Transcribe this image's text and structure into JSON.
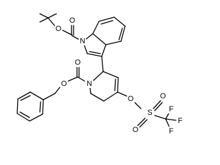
{
  "molecule": {
    "atoms": {
      "indole_n": "N",
      "boc_carbonyl_o": "O",
      "boc_ester_o": "O",
      "cbz_ester_o": "O",
      "cbz_carbonyl_o": "O",
      "pyridine_n": "N",
      "triflate_o": "O",
      "sulfur": "S",
      "sulfonyl_o_top": "O",
      "sulfonyl_o_bottom": "O",
      "fluorine_top": "F",
      "fluorine_right": "F",
      "fluorine_bottom": "F"
    }
  }
}
